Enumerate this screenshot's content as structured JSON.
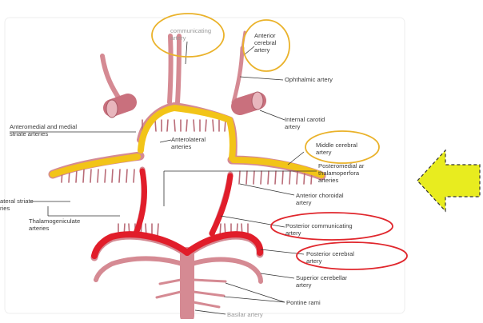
{
  "colors": {
    "vessel": "#d58a93",
    "vessel_edge": "#a85a66",
    "yellow_highlight": "#f2c418",
    "red_highlight": "#e11d2a",
    "yellow_oval": "#eab22a",
    "red_oval": "#e0262c",
    "arrow_fill": "#e8ec1f",
    "leader": "#333333"
  },
  "labels": {
    "communicating_artery": "communicating\nartery",
    "anterior_cerebral_artery": "Anterior\ncerebral\nartery",
    "ophthalmic_artery": "Ophthalmic artery",
    "internal_carotid_artery": "Internal carotid\nartery",
    "anteromedial_striate": "Anteromedial and medial\nstriate arteries",
    "anterolateral_arteries": "Anterolateral\narteries",
    "middle_cerebral_artery": "Middle cerebral\nartery",
    "posteromedial": "Posteromedial ar\nthalamoperfora\narteries",
    "lateral_striate": "ateral striate\nries",
    "anterior_choroidal_artery": "Anterior choroidal\nartery",
    "thalamogeniculate_arteries": "Thalamogeniculate\narteries",
    "posterior_communicating_artery": "Posterior communicating\nartery",
    "posterior_cerebral_artery": "Posterior cerebral\nartery",
    "superior_cerebellar_artery": "Superior cerebellar\nartery",
    "pontine_rami": "Pontine rami",
    "basilar_artery": "Basilar artery"
  },
  "icons": {
    "pointer_arrow": "dashed-left-arrow-icon"
  }
}
